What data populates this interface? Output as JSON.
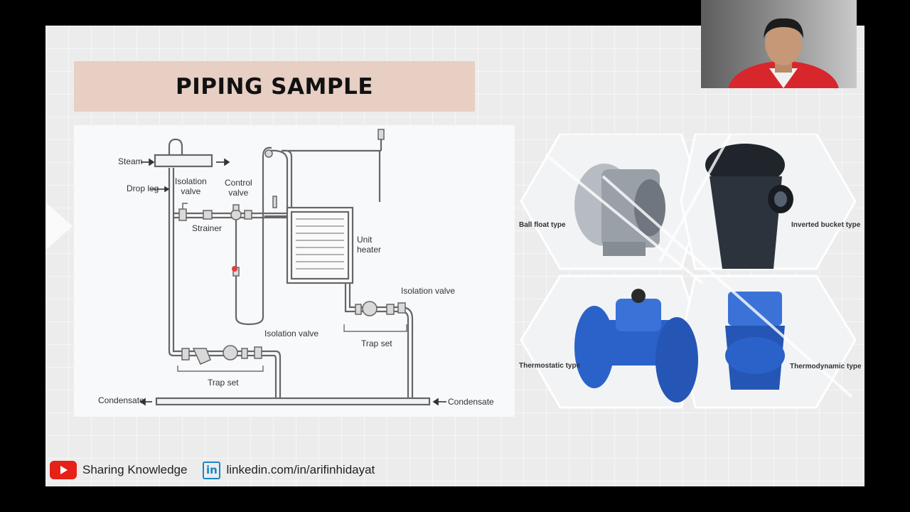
{
  "slide": {
    "title": "PIPING SAMPLE"
  },
  "diagram": {
    "labels": {
      "steam": "Steam",
      "drop_leg": "Drop leg",
      "isolation_valve_top": "Isolation\nvalve",
      "control_valve": "Control\nvalve",
      "strainer": "Strainer",
      "unit_heater": "Unit\nheater",
      "isolation_valve_right": "Isolation valve",
      "isolation_valve_bottom": "Isolation valve",
      "trap_set_right": "Trap set",
      "trap_set_bottom": "Trap set",
      "condensate_left": "Condensate",
      "condensate_right": "Condensate"
    }
  },
  "traps": {
    "ball_float": "Ball float type",
    "inverted_bucket": "Inverted bucket type",
    "thermostatic": "Thermostatic type",
    "thermodynamic": "Thermodynamic type"
  },
  "footer": {
    "youtube_icon": "youtube-icon",
    "channel": "Sharing Knowledge",
    "linkedin_icon": "linkedin-icon",
    "linkedin_url": "linkedin.com/in/arifinhidayat"
  },
  "colors": {
    "title_banner": "#e7cfc4",
    "slide_bg": "#ececec",
    "trap_blue": "#2a62c9",
    "youtube_red": "#e62117",
    "linkedin_blue": "#1a86c8"
  }
}
